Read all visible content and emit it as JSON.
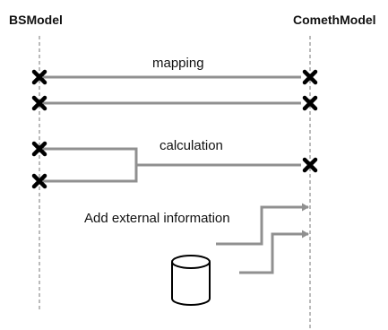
{
  "headers": {
    "left": "BSModel",
    "right": "ComethModel"
  },
  "labels": {
    "mapping": "mapping",
    "calculation": "calculation",
    "external": "Add external information"
  },
  "colors": {
    "arrow": "#909090",
    "cross": "#000000",
    "lifeline": "#777777",
    "text": "#111111"
  },
  "icons": {
    "cross": "x-mark-icon",
    "database": "database-cylinder-icon"
  }
}
